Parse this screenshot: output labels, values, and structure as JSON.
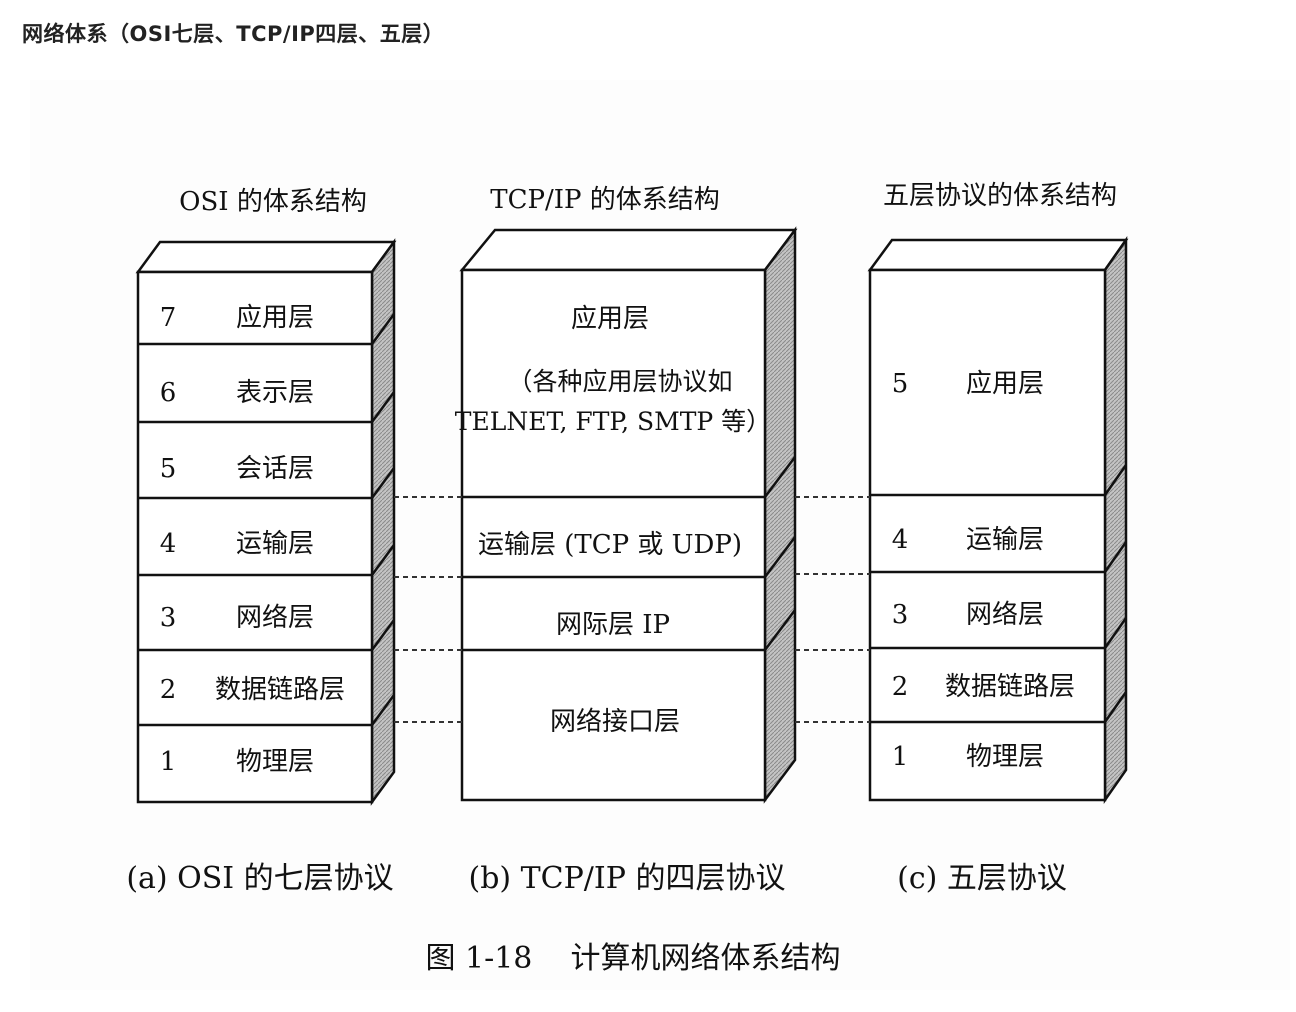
{
  "heading": "网络体系（OSI七层、TCP/IP四层、五层）",
  "colors": {
    "stroke": "#111111",
    "side_fill": "#b9b9b9",
    "dash": "#333333",
    "background": "#ffffff"
  },
  "columns": [
    {
      "id": "osi",
      "title": "OSI 的体系结构",
      "caption": "(a) OSI 的七层协议",
      "layers": [
        {
          "num": "7",
          "name": "应用层"
        },
        {
          "num": "6",
          "name": "表示层"
        },
        {
          "num": "5",
          "name": "会话层"
        },
        {
          "num": "4",
          "name": "运输层"
        },
        {
          "num": "3",
          "name": "网络层"
        },
        {
          "num": "2",
          "name": "数据链路层"
        },
        {
          "num": "1",
          "name": "物理层"
        }
      ]
    },
    {
      "id": "tcpip",
      "title": "TCP/IP 的体系结构",
      "caption": "(b) TCP/IP 的四层协议",
      "layers": [
        {
          "num": "",
          "name": "应用层",
          "lines": [
            "（各种应用层协议如",
            "TELNET, FTP, SMTP 等）"
          ]
        },
        {
          "num": "",
          "name": "运输层 (TCP 或 UDP)"
        },
        {
          "num": "",
          "name": "网际层 IP"
        },
        {
          "num": "",
          "name": "网络接口层"
        }
      ]
    },
    {
      "id": "five",
      "title": "五层协议的体系结构",
      "caption": "(c)  五层协议",
      "layers": [
        {
          "num": "5",
          "name": "应用层"
        },
        {
          "num": "4",
          "name": "运输层"
        },
        {
          "num": "3",
          "name": "网络层"
        },
        {
          "num": "2",
          "name": "数据链路层"
        },
        {
          "num": "1",
          "name": "物理层"
        }
      ]
    }
  ],
  "figure_caption": "图 1-18    计算机网络体系结构"
}
